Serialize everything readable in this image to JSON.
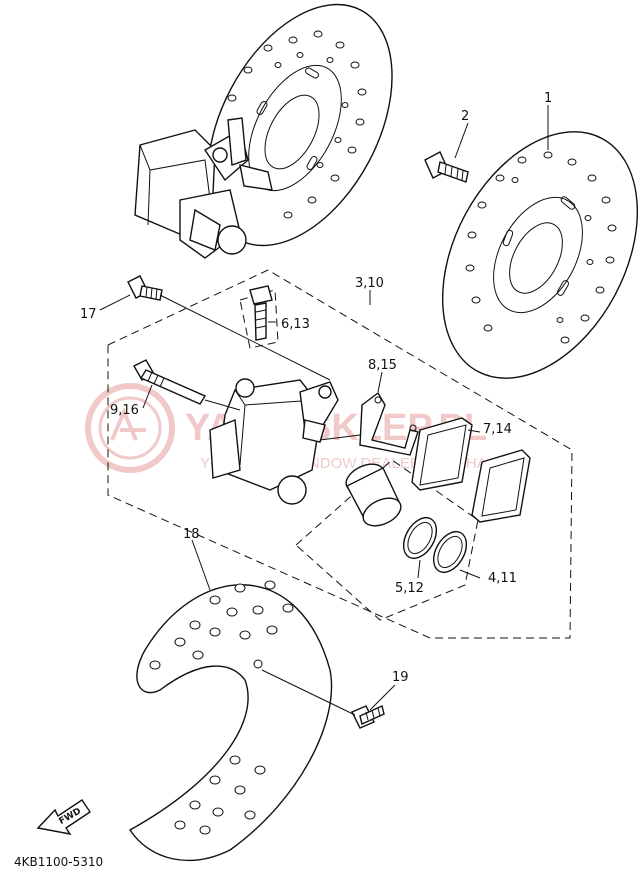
{
  "diagram": {
    "part_code": "4KB1100-5310",
    "fwd_label": "FWD",
    "watermark": {
      "brand": "YAMA-SKLEP.PL",
      "tagline": "YOUR BEST WINDOW DEALER YAMAHA"
    },
    "callouts": [
      {
        "id": "c1",
        "text": "1"
      },
      {
        "id": "c2",
        "text": "2"
      },
      {
        "id": "c3",
        "text": "3,10"
      },
      {
        "id": "c4",
        "text": "6,13"
      },
      {
        "id": "c5",
        "text": "17"
      },
      {
        "id": "c6",
        "text": "8,15"
      },
      {
        "id": "c7",
        "text": "9,16"
      },
      {
        "id": "c8",
        "text": "7,14"
      },
      {
        "id": "c9",
        "text": "18"
      },
      {
        "id": "c10",
        "text": "5,12"
      },
      {
        "id": "c11",
        "text": "4,11"
      },
      {
        "id": "c12",
        "text": "19"
      }
    ]
  }
}
